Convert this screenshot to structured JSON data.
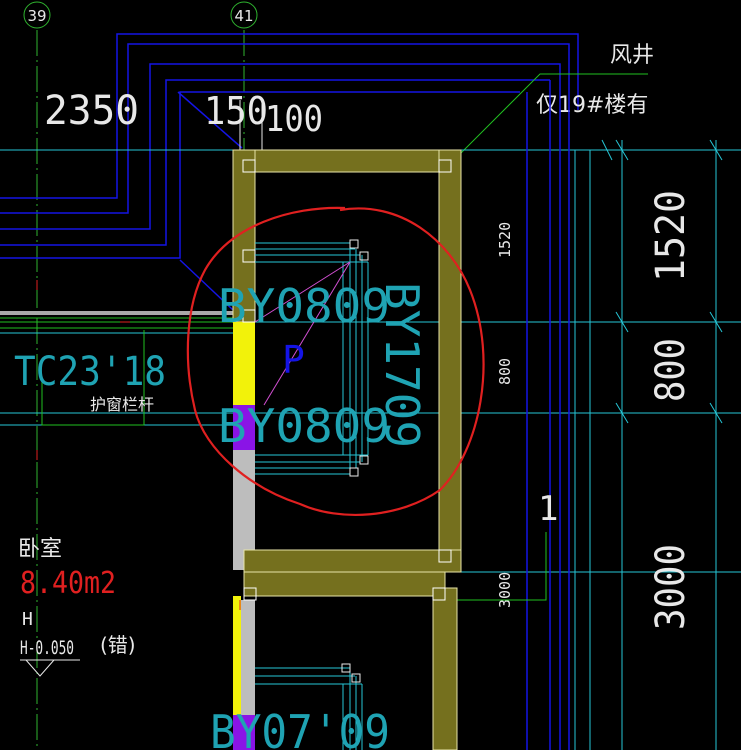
{
  "grid_axes": {
    "axis_39": "39",
    "axis_41": "41"
  },
  "dimensions_top": {
    "d1": "2350",
    "d2": "150",
    "d3": "100"
  },
  "annotations": {
    "shaft": "风井",
    "floor_note": "仅19#楼有",
    "window_tc": "TC23'18",
    "guard_rail": "护窗栏杆",
    "window_by_upper": "BY0809",
    "window_by_lower": "BY0809",
    "window_by_vertical": "BY1709",
    "window_by_bottom": "BY07'09",
    "p_label": "P",
    "index_1": "1"
  },
  "room": {
    "name": "卧室",
    "area": "8.40m2",
    "h_label": "H",
    "h_value": "H-0.050",
    "note": "(错)"
  },
  "dims_inner": {
    "d1520": "1520",
    "d800": "800",
    "d3000": "3000"
  },
  "dims_outer": {
    "d1520": "1520",
    "d800": "800",
    "d3000": "3000"
  },
  "colors": {
    "background": "#000000",
    "grid_line": "#2fb32f",
    "wall_fill": "#75701e",
    "wall_outline": "#e8e5a8",
    "blue_line": "#1414e6",
    "cyan_line": "#26c6d6",
    "window_text": "#1fa3b3",
    "red_markup": "#e02020",
    "yellow_fill": "#f2f20a",
    "purple_fill": "#8a14e6",
    "green_line": "#20c020",
    "room_area": "#e02020"
  }
}
